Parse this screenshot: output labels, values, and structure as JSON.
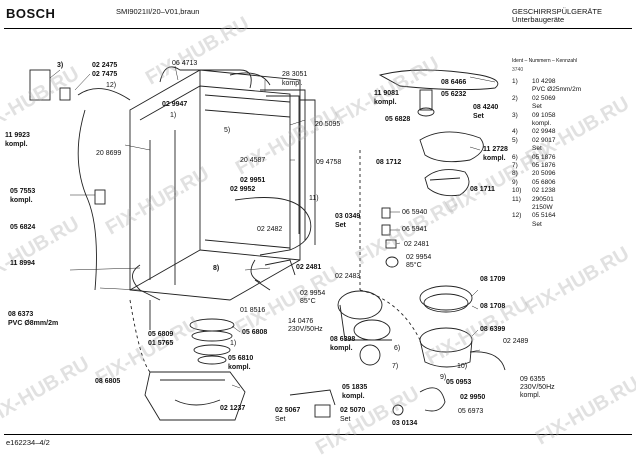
{
  "header": {
    "brand": "BOSCH",
    "model": "SMI9021II/20–V01,braun",
    "category_line1": "GESCHIRRSPÜLGERÄTE",
    "category_line2": "Unterbaugeräte"
  },
  "footer": {
    "drawing_id": "e162234–4/2"
  },
  "watermark": "FIX-HUB.RU",
  "legend": {
    "title": "Ident – Nummern – Kennzahl",
    "tag": "3740",
    "items": [
      {
        "no": "1)",
        "text": "10 4298"
      },
      {
        "no": "",
        "text": "PVC Ø25mm/2m"
      },
      {
        "no": "2)",
        "text": "02 5069"
      },
      {
        "no": "",
        "text": "Set"
      },
      {
        "no": "3)",
        "text": "09 1058"
      },
      {
        "no": "",
        "text": "kompl."
      },
      {
        "no": "4)",
        "text": "02 9948"
      },
      {
        "no": "5)",
        "text": "02 9017"
      },
      {
        "no": "",
        "text": "Set"
      },
      {
        "no": "6)",
        "text": "05 1876"
      },
      {
        "no": "7)",
        "text": "05 1876"
      },
      {
        "no": "8)",
        "text": "20 5096"
      },
      {
        "no": "9)",
        "text": "05 6806"
      },
      {
        "no": "10)",
        "text": "02 1238"
      },
      {
        "no": "11)",
        "text": "290501"
      },
      {
        "no": "",
        "text": "2150W"
      },
      {
        "no": "12)",
        "text": "05 5164"
      },
      {
        "no": "",
        "text": "Set"
      }
    ]
  },
  "parts": {
    "p3": "3)",
    "p022475": "02 2475",
    "p027475": "02 7475",
    "p064713": "06 4713",
    "p12": "12)",
    "p029947": "02 9947",
    "p1a": "1)",
    "p283051": "28 3051",
    "pkompl1": "kompl.",
    "p119923": "11 9923",
    "pkompl2": "kompl.",
    "p208699": "20 8699",
    "p5": "5)",
    "p205095": "20 5095",
    "p204587": "20 4587",
    "p094758": "09 4758",
    "p029951": "02 9951",
    "p029952": "02 9952",
    "p057553": "05 7553",
    "pkompl3": "kompl.",
    "p056824": "05 6824",
    "p11": "11)",
    "p022482": "02 2482",
    "p030349": "03 0349",
    "pset1": "Set",
    "p118994": "11 8994",
    "p8": "8)",
    "p022481a": "02 2481",
    "p022483": "02 2483",
    "p029954a": "02 9954",
    "p85c1": "85°C",
    "p018516": "01 8516",
    "p086373": "08 6373",
    "ppvc8": "PVC Ø8mm/2m",
    "p056809": "05 6809",
    "p015765": "01 5765",
    "p056808": "05 6808",
    "p1b": "1)",
    "p140476": "14 0476",
    "p230v1": "230V/50Hz",
    "p056810": "05 6810",
    "pkompl4": "kompl.",
    "p086398": "08 6398",
    "pkompl5": "kompl.",
    "p6": "6)",
    "p7": "7)",
    "p086805": "08 6805",
    "p021237": "02 1237",
    "p051835": "05 1835",
    "pkompl6": "kompl.",
    "p025067": "02 5067",
    "pset2": "Set",
    "p025070": "02 5070",
    "pset3": "Set",
    "p030134": "03 0134",
    "p119081": "11 9081",
    "pkompl7": "kompl.",
    "p086466": "08 6466",
    "p056232": "05 6232",
    "p084240": "08 4240",
    "pset4": "Set",
    "p056828": "05 6828",
    "p112728": "11 2728",
    "pkompl8": "kompl.",
    "p081712": "08 1712",
    "p081711": "08 1711",
    "p065940": "06 5940",
    "p065941": "06 5941",
    "p022481b": "02 2481",
    "p029954b": "02 9954",
    "p85c2": "85°C",
    "p081709": "08 1709",
    "p081708": "08 1708",
    "p086399": "08 6399",
    "p022489": "02 2489",
    "p10": "10)",
    "p9": "9)",
    "p050953": "05 0953",
    "p029950": "02 9950",
    "p056973": "05 6973",
    "p096355": "09 6355",
    "p230v2": "230V/50Hz",
    "pkompl9": "kompl."
  }
}
